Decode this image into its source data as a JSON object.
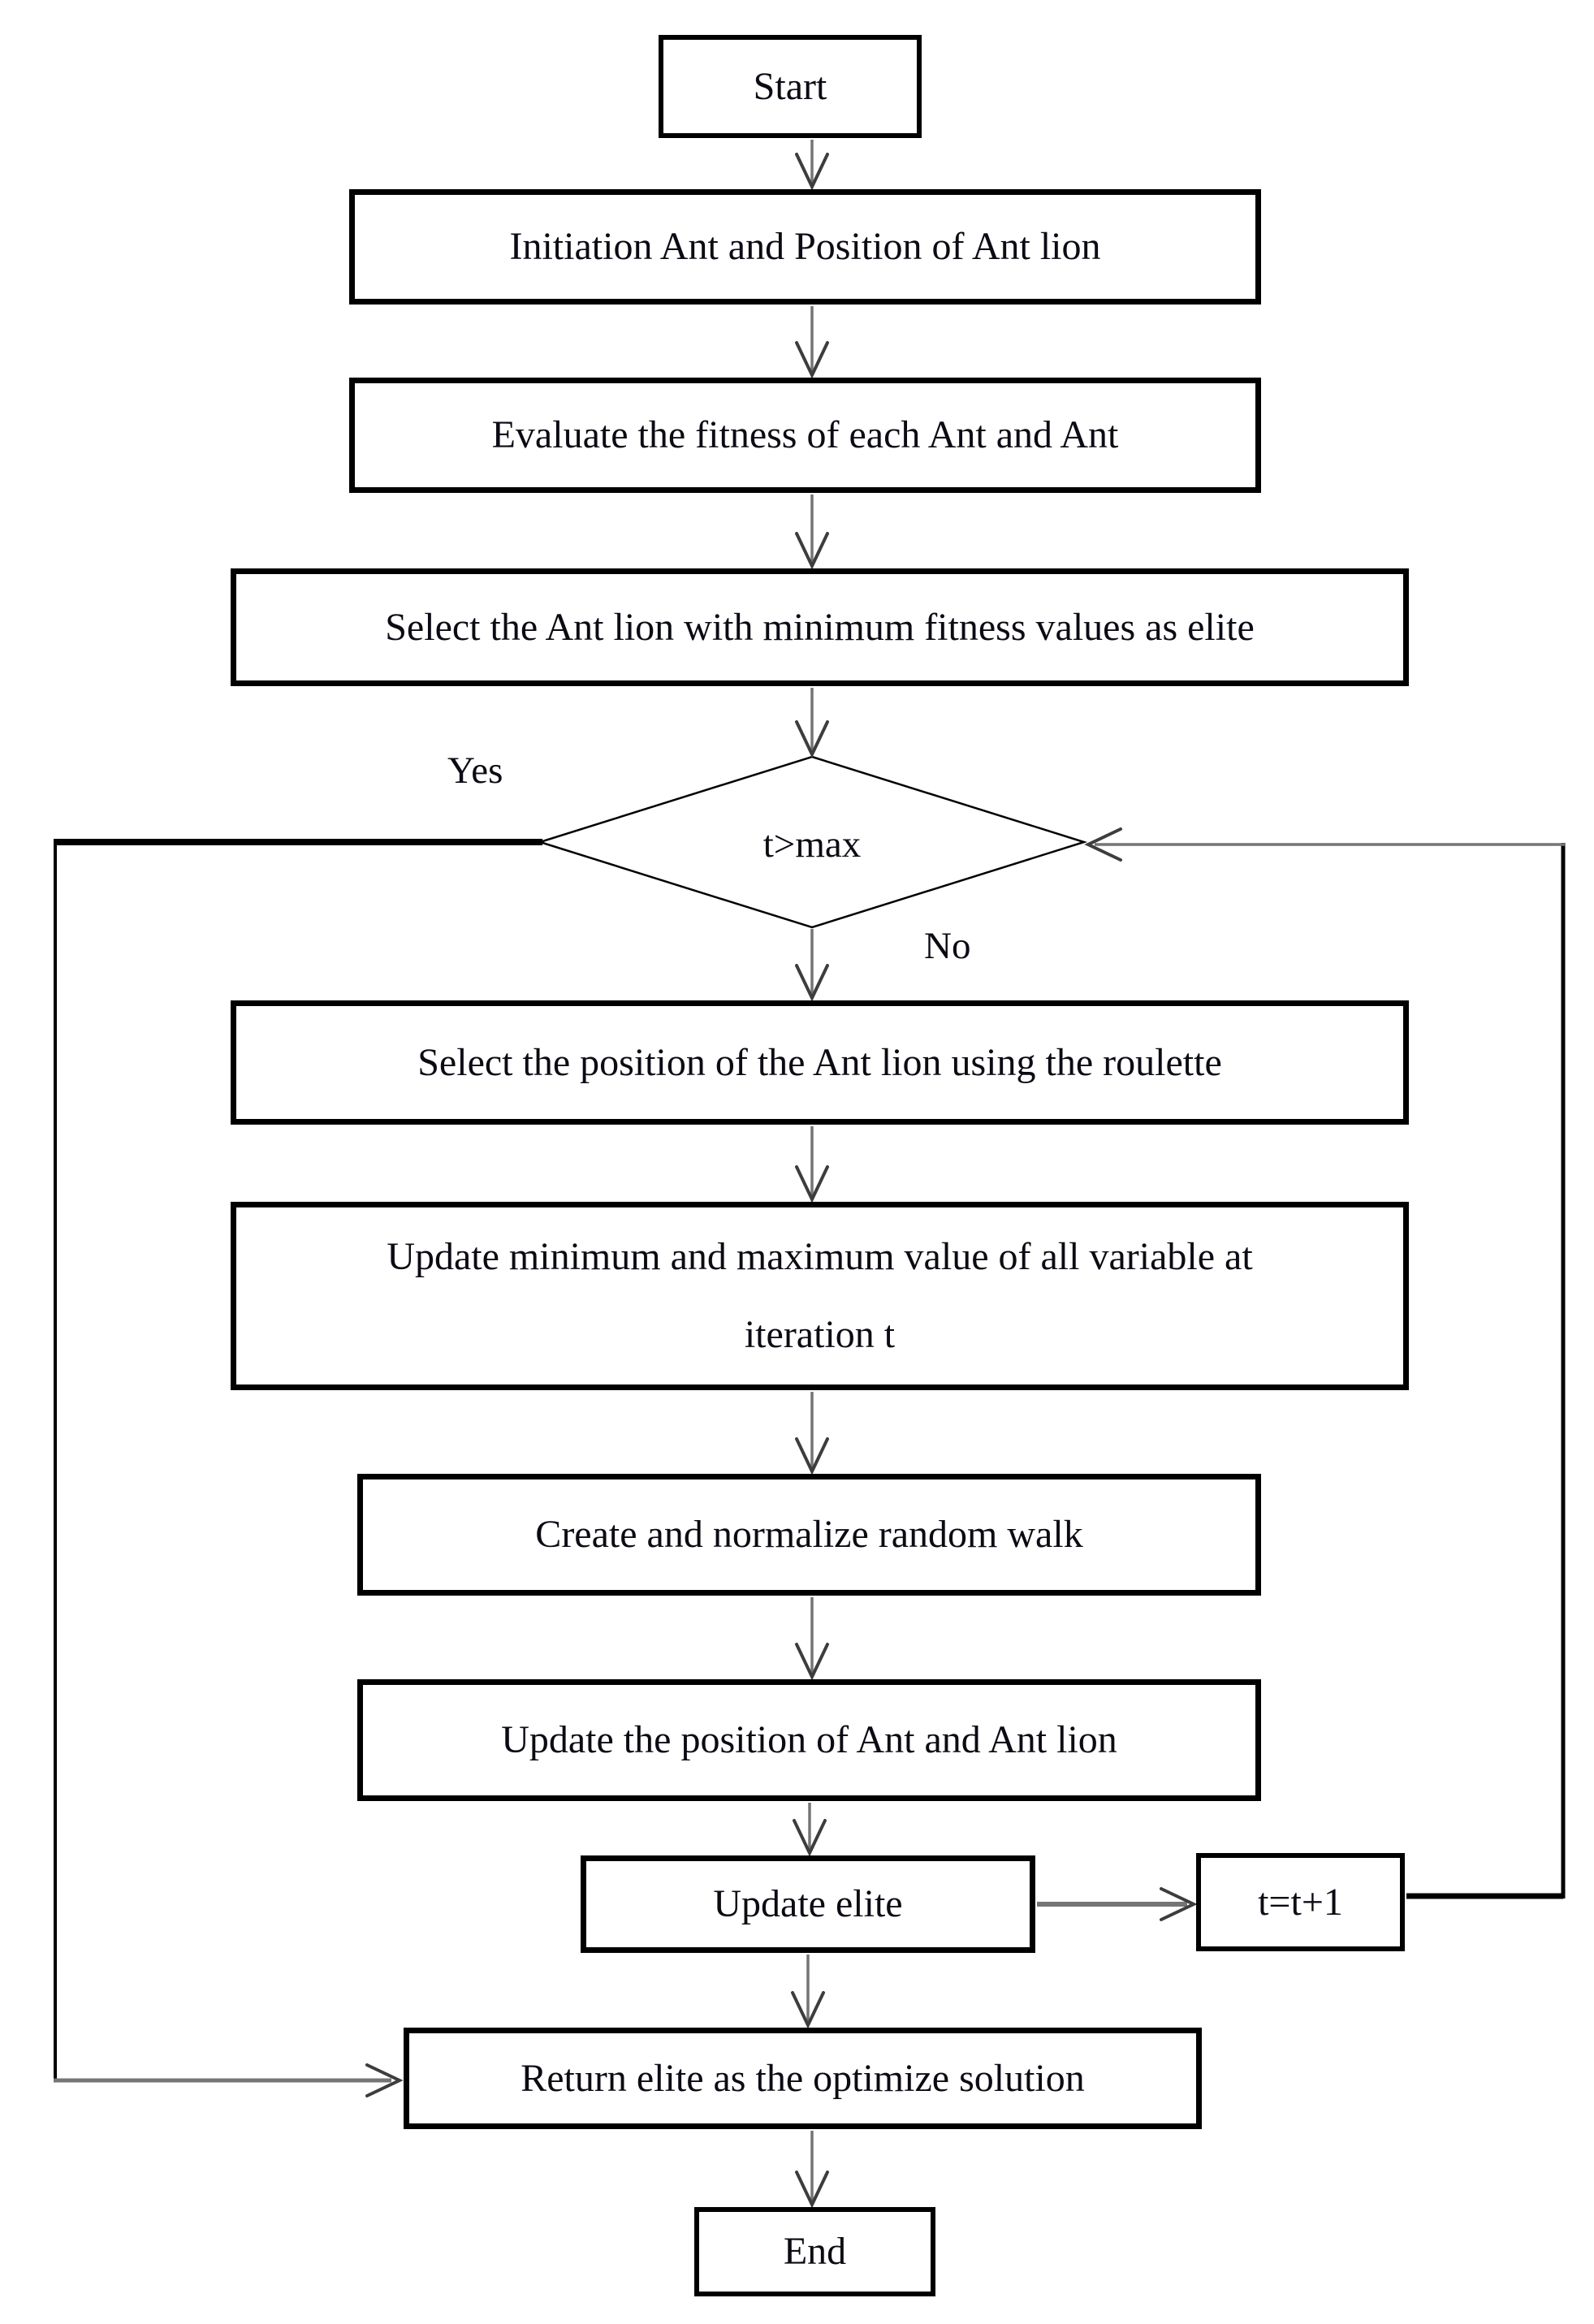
{
  "diagram": {
    "type": "flowchart",
    "algorithm": "Ant Lion Optimizer procedure"
  },
  "nodes": {
    "start": {
      "label": "Start"
    },
    "init": {
      "label": "Initiation Ant and Position of Ant lion"
    },
    "evaluate": {
      "label": "Evaluate the fitness of each Ant and Ant"
    },
    "select_elite": {
      "label": "Select the Ant lion with minimum fitness values as elite"
    },
    "decision": {
      "label": "t>max"
    },
    "select_roulette": {
      "label": "Select the position of the Ant lion using the roulette"
    },
    "update_minmax": {
      "label": "Update minimum and maximum value of all variable at\niteration t"
    },
    "random_walk": {
      "label": "Create and normalize random walk"
    },
    "update_position": {
      "label": "Update the position of Ant and Ant lion"
    },
    "update_elite": {
      "label": "Update elite"
    },
    "increment": {
      "label": "t=t+1"
    },
    "return_elite": {
      "label": "Return elite as the optimize solution"
    },
    "end": {
      "label": "End"
    }
  },
  "edge_labels": {
    "yes": "Yes",
    "no": "No"
  },
  "colors": {
    "line_gray": "#757575",
    "arrowhead_dark": "#3d3d3d",
    "line_black": "#000000",
    "text": "#0b0b14",
    "background": "#ffffff"
  }
}
